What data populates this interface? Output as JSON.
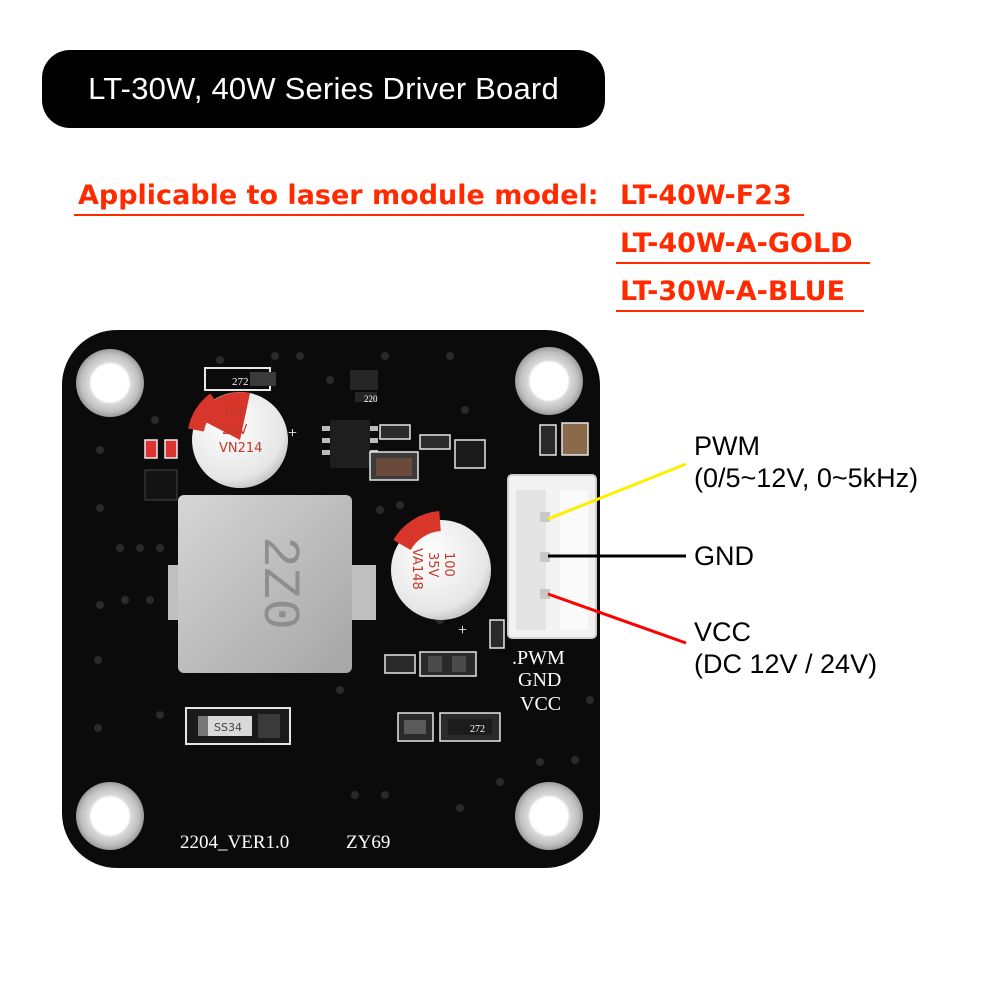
{
  "title": "LT-30W, 40W Series Driver Board",
  "applicable": {
    "prefix": "Applicable to laser module model:",
    "models": [
      "LT-40W-F23",
      "LT-40W-A-GOLD",
      "LT-30W-A-BLUE"
    ]
  },
  "pins": {
    "pwm": {
      "name": "PWM",
      "detail": "(0/5~12V, 0~5kHz)",
      "wire_color": "#ffee00"
    },
    "gnd": {
      "name": "GND",
      "wire_color": "#000000"
    },
    "vcc": {
      "name": "VCC",
      "detail": "(DC 12V / 24V)",
      "wire_color": "#ff0000"
    }
  },
  "board": {
    "version_text": "2204_VER1.0",
    "code_text": "ZY69",
    "silk_pwm": ".PWM",
    "silk_gnd": "GND",
    "silk_vcc": "VCC",
    "inductor_text": "2Z0",
    "cap1": {
      "line1": "100",
      "line2": "25V",
      "line3": "VN214"
    },
    "cap2": {
      "line1": "100",
      "line2": "35V",
      "line3": "VA148"
    },
    "resistor_a": "272",
    "resistor_b": "220",
    "resistor_c": "272",
    "diode": "SS34",
    "pcb_color": "#0b0b0b",
    "accent_color": "#ff2a00"
  }
}
